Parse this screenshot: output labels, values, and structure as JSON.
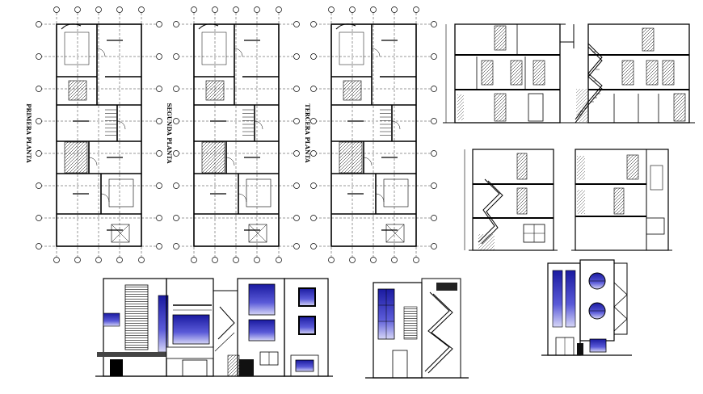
{
  "drawing": {
    "plans": [
      {
        "label": "PRIMERA PLANTA"
      },
      {
        "label": "SEGUNDA PLANTA"
      },
      {
        "label": "TERCERA PLANTA"
      }
    ],
    "colors": {
      "line": "#000000",
      "glass_dark": "#1a1aa0",
      "glass_mid": "#5a5ad8",
      "glass_light": "#c9c9f2",
      "background": "#ffffff"
    }
  }
}
